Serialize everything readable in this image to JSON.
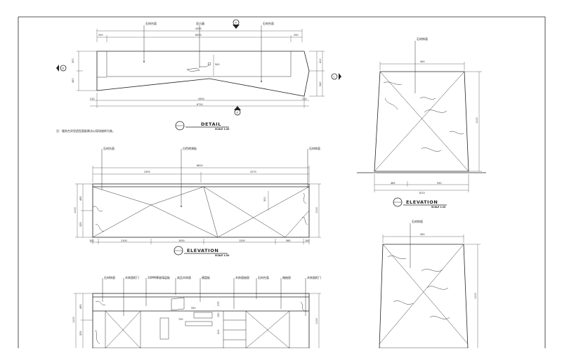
{
  "drawing": {
    "note": "注：服务台异型造型面板做法以现场放样为准。",
    "detail": {
      "title": "DETAIL",
      "scale": "SCALE 1:20",
      "callouts": [
        "石材台面",
        "显示器",
        "石材台面"
      ],
      "dims_top": [
        "4300",
        "6000",
        "250",
        "250"
      ],
      "dims_bottom": [
        "4300",
        "6720",
        "210",
        "210"
      ],
      "dims_left": [
        "300",
        "450"
      ],
      "dims_right_outer": [
        "650",
        "540"
      ],
      "dims_right_inner": [
        "410",
        "300"
      ]
    },
    "elevation_front": {
      "title": "ELEVATION",
      "scale": "SCALE 1:20",
      "callouts": [
        "石材台面",
        "白色烤漆板",
        "石材饰面"
      ],
      "dims_top": [
        "6625",
        "2355",
        "2270"
      ],
      "dims_bottom": [
        "100",
        "1100",
        "1000",
        "1200",
        "580",
        "100"
      ],
      "dims_left": [
        "1100",
        "495",
        "325"
      ],
      "dims_right": [
        "1100"
      ],
      "dim_inner": "500"
    },
    "elevation_side": {
      "title": "ELEVATION",
      "scale": "SCALE 1:10",
      "callouts": [
        "石材饰面"
      ],
      "dims_top": [
        "900"
      ],
      "dims_right": [
        "1100"
      ],
      "dims_bottom": [
        "465",
        "550",
        "1010"
      ]
    },
    "elevation_side_2": {
      "callouts": [
        "石材饰面"
      ],
      "dims_top": [
        "450"
      ],
      "dims_right": [
        "1100"
      ]
    },
    "section_bottom": {
      "callouts": [
        "石材饰面",
        "木饰面柜门",
        "10MM厚玻璃层板",
        "成品木饰面",
        "键盘板",
        "木饰面抽屉",
        "石材台面",
        "暗抽屉",
        "木饰面柜门"
      ],
      "dims_left": [
        "495",
        "525",
        "1100"
      ],
      "dims_right": [
        "1100"
      ],
      "dims_inner": [
        "550",
        "275",
        "750",
        "150",
        "410"
      ]
    },
    "markers": [
      "A",
      "B",
      "C",
      "D"
    ]
  }
}
